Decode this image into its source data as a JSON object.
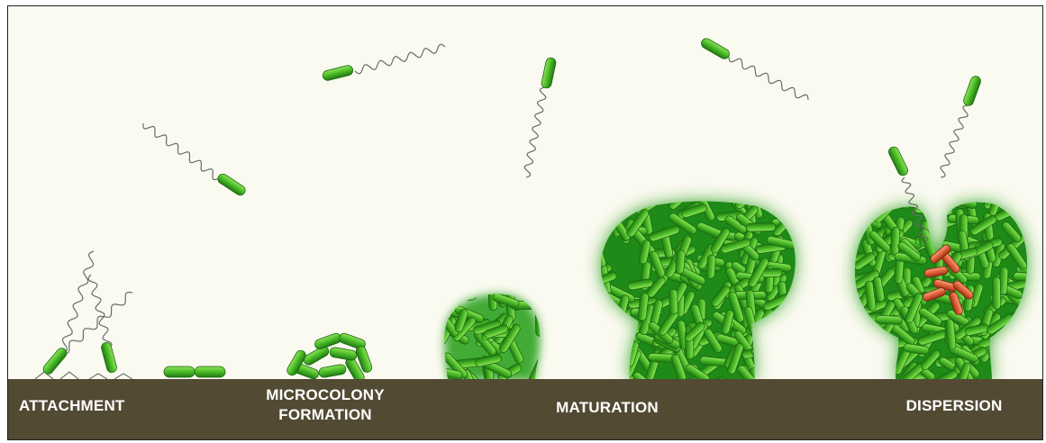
{
  "colors": {
    "background": "#fafaf0",
    "substrate": "#534a34",
    "bacterium_light": "#6fd13a",
    "bacterium_dark": "#1f7a12",
    "biofilm_glow": "#2eaa22",
    "dispersing_cells": "#e0623a",
    "flagellum": "#666666",
    "label_text": "#ffffff"
  },
  "stages": [
    {
      "id": "attachment",
      "label": "ATTACHMENT"
    },
    {
      "id": "microcolony",
      "label": "MICROCOLONY FORMATION",
      "lines": [
        "MICROCOLONY",
        "FORMATION"
      ]
    },
    {
      "id": "maturation",
      "label": "MATURATION"
    },
    {
      "id": "dispersion",
      "label": "DISPERSION"
    }
  ]
}
